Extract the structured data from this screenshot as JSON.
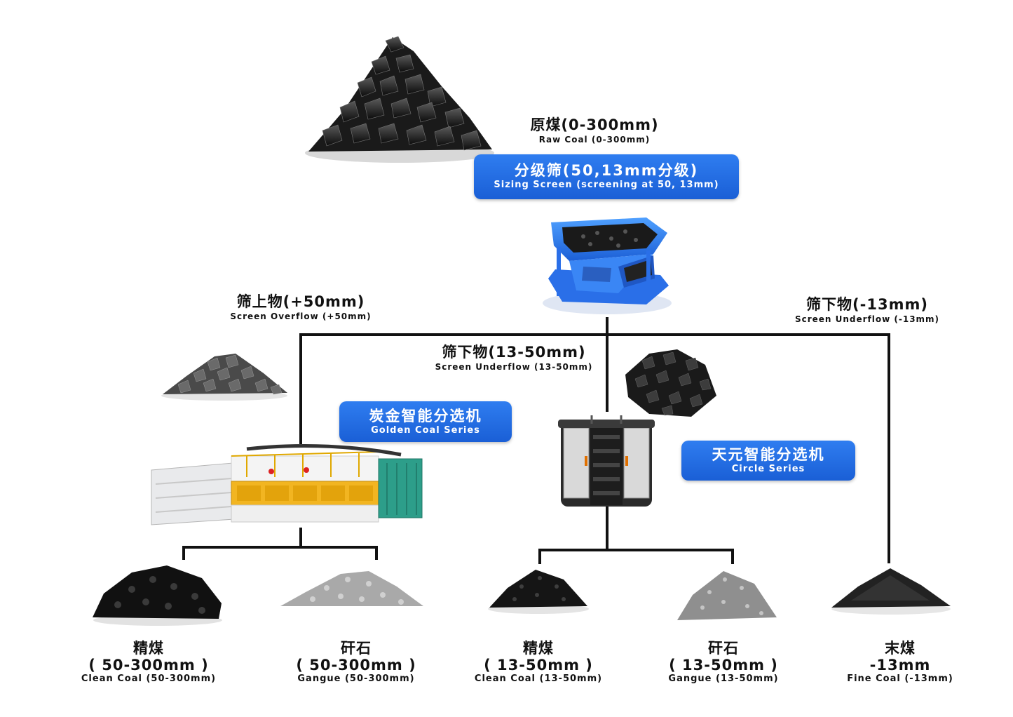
{
  "raw_coal": {
    "zh": "原煤(0-300mm)",
    "en": "Raw Coal (0-300mm)"
  },
  "sizing_screen": {
    "zh": "分级筛(50,13mm分级)",
    "en": "Sizing Screen (screening at 50, 13mm)"
  },
  "overflow": {
    "zh": "筛上物(+50mm)",
    "en": "Screen Overflow (+50mm)"
  },
  "underflow_fine": {
    "zh": "筛下物(-13mm)",
    "en": "Screen Underflow (-13mm)"
  },
  "underflow_mid": {
    "zh": "筛下物(13-50mm)",
    "en": "Screen Underflow (13-50mm)"
  },
  "golden_series": {
    "zh": "炭金智能分选机",
    "en": "Golden Coal Series"
  },
  "circle_series": {
    "zh": "天元智能分选机",
    "en": "Circle Series"
  },
  "products": [
    {
      "zh": "精煤",
      "size": "( 50-300mm )",
      "en": "Clean Coal (50-300mm)"
    },
    {
      "zh": "矸石",
      "size": "( 50-300mm )",
      "en": "Gangue (50-300mm)"
    },
    {
      "zh": "精煤",
      "size": "( 13-50mm )",
      "en": "Clean Coal (13-50mm)"
    },
    {
      "zh": "矸石",
      "size": "( 13-50mm )",
      "en": "Gangue (13-50mm)"
    },
    {
      "zh": "末煤",
      "size": "-13mm",
      "en": "Fine Coal (-13mm)"
    }
  ],
  "colors": {
    "accent_blue": "#1e66dc",
    "line": "#111111",
    "coal": "#1b1b1b",
    "gangue": "#9a9a9a"
  },
  "icons": [
    "coal-pile-icon",
    "sizing-screen-machine-icon",
    "golden-sorter-machine-icon",
    "circle-sorter-machine-icon"
  ]
}
